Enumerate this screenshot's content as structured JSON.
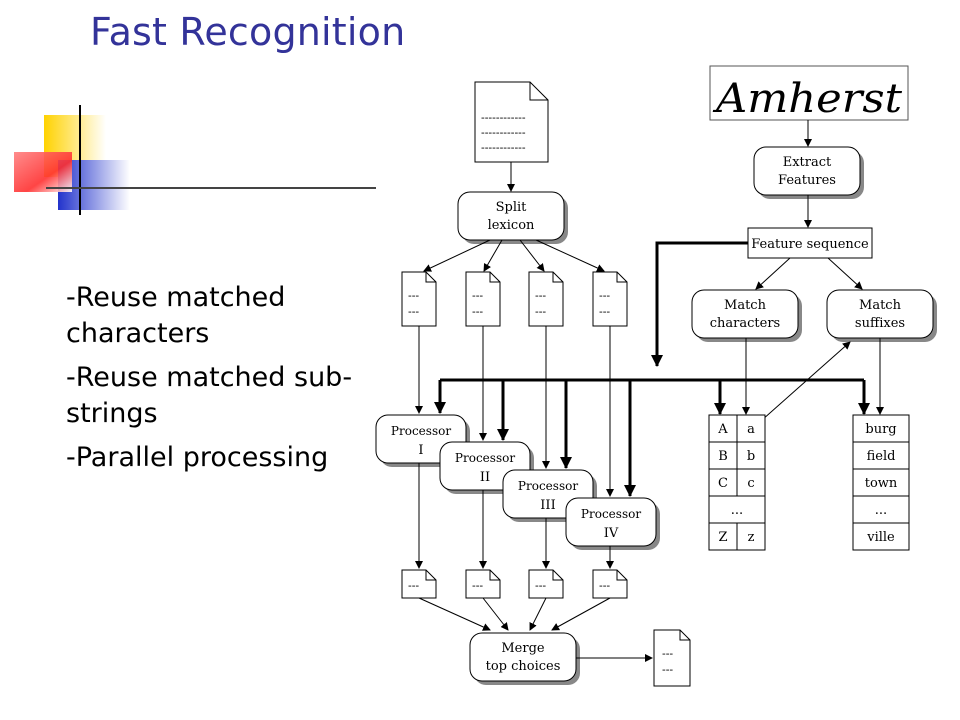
{
  "slide": {
    "title": "Fast Recognition",
    "bullets": [
      "-Reuse matched characters",
      "-Reuse matched sub-strings",
      "-Parallel processing"
    ]
  },
  "diagram": {
    "handwriting_word": "Amherst",
    "doc_top_lines": [
      "------------",
      "------------",
      "------------"
    ],
    "split": [
      "Split",
      "lexicon"
    ],
    "sub_doc_lines": [
      "---",
      "---"
    ],
    "extract": [
      "Extract",
      "Features"
    ],
    "feature_sequence": "Feature sequence",
    "match_chars": [
      "Match",
      "characters"
    ],
    "match_suffixes": [
      "Match",
      "suffixes"
    ],
    "processors": [
      {
        "name": "Processor",
        "num": "I"
      },
      {
        "name": "Processor",
        "num": "II"
      },
      {
        "name": "Processor",
        "num": "III"
      },
      {
        "name": "Processor",
        "num": "IV"
      }
    ],
    "out_doc_line": "---",
    "merge": [
      "Merge",
      "top choices"
    ],
    "final_doc_lines": [
      "---",
      "---"
    ],
    "char_table": [
      [
        "A",
        "a"
      ],
      [
        "B",
        "b"
      ],
      [
        "C",
        "c"
      ],
      [
        "...",
        ""
      ],
      [
        "Z",
        "z"
      ]
    ],
    "suffix_table": [
      "burg",
      "field",
      "town",
      "...",
      "ville"
    ]
  }
}
